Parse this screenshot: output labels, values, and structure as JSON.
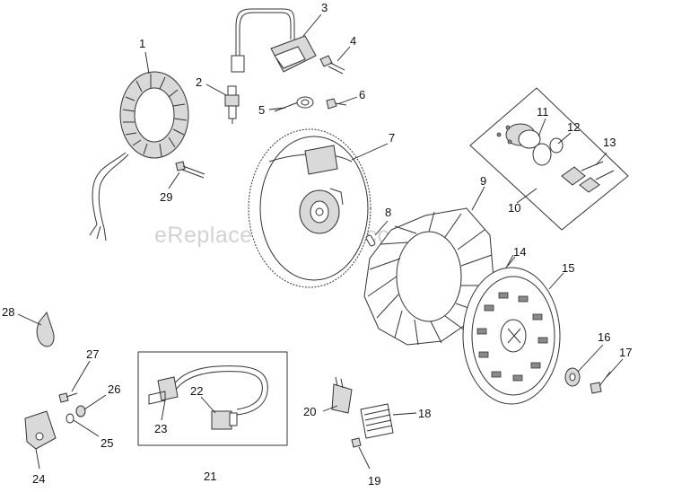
{
  "watermark": "eReplacementParts.com",
  "labels": [
    "1",
    "2",
    "3",
    "4",
    "5",
    "6",
    "7",
    "8",
    "9",
    "10",
    "11",
    "12",
    "13",
    "14",
    "15",
    "16",
    "17",
    "18",
    "19",
    "20",
    "21",
    "22",
    "23",
    "24",
    "25",
    "26",
    "27",
    "28",
    "29"
  ]
}
